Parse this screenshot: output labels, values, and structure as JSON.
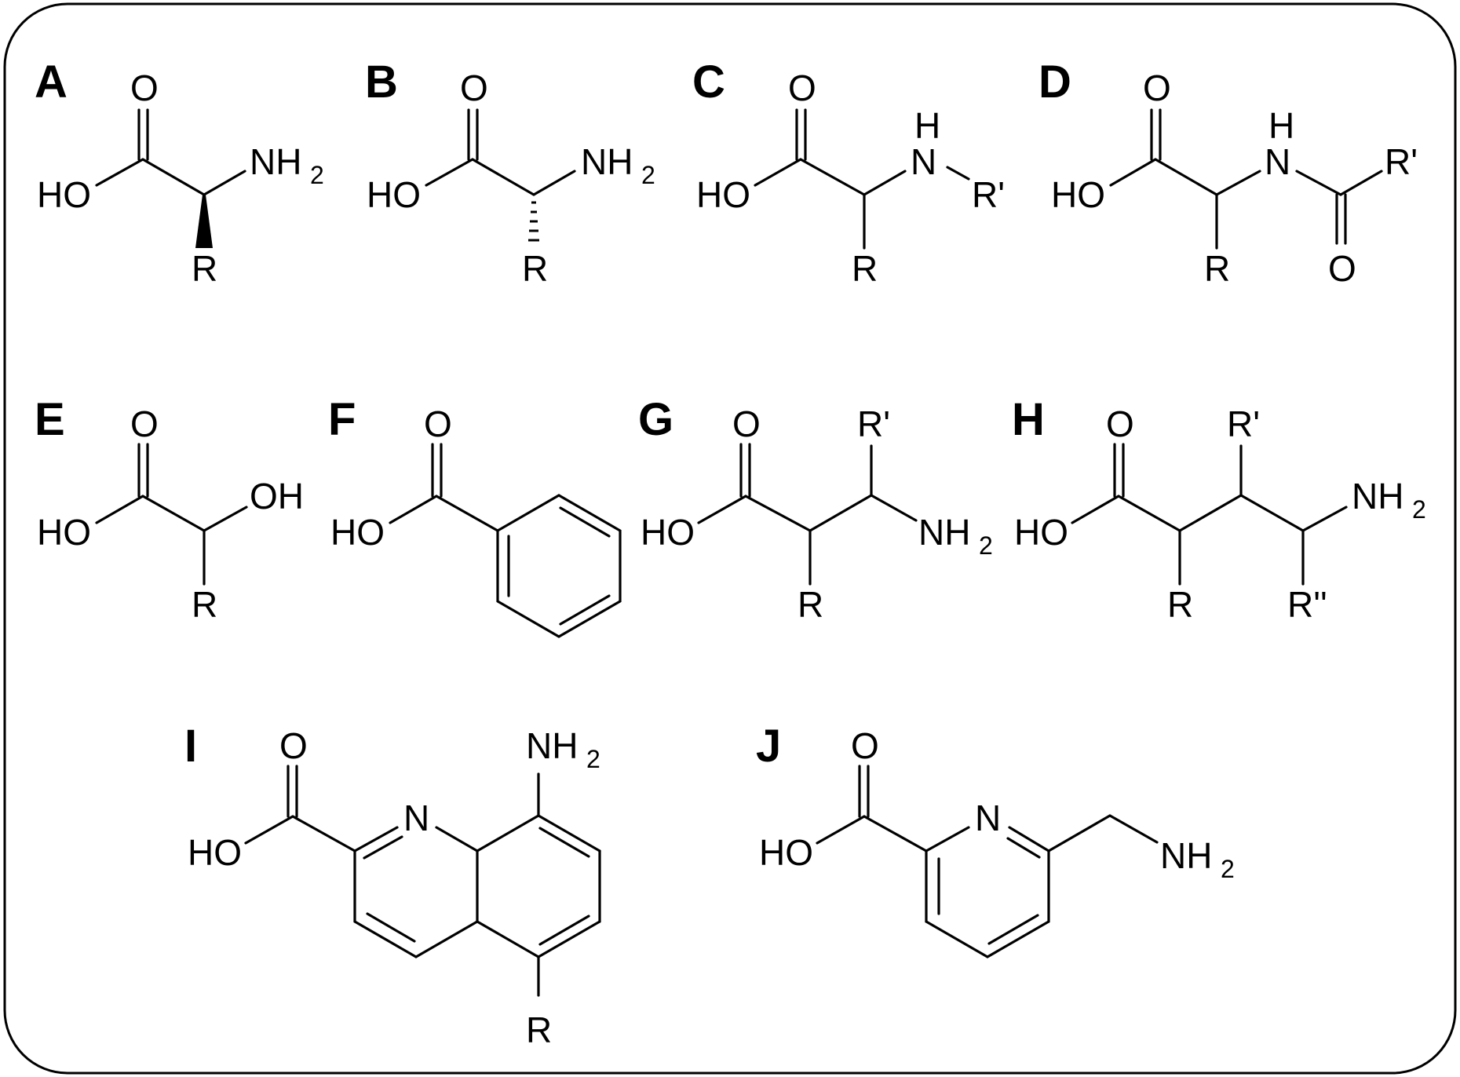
{
  "panels": [
    {
      "id": "A",
      "labels": {
        "o": "O",
        "ho": "HO",
        "nh": "NH",
        "sub": "2",
        "r": "R"
      }
    },
    {
      "id": "B",
      "labels": {
        "o": "O",
        "ho": "HO",
        "nh": "NH",
        "sub": "2",
        "r": "R"
      }
    },
    {
      "id": "C",
      "labels": {
        "o": "O",
        "ho": "HO",
        "h": "H",
        "n": "N",
        "rp": "R'",
        "r": "R"
      }
    },
    {
      "id": "D",
      "labels": {
        "o": "O",
        "ho": "HO",
        "h": "H",
        "n": "N",
        "rp": "R'",
        "o2": "O",
        "r": "R"
      }
    },
    {
      "id": "E",
      "labels": {
        "o": "O",
        "ho": "HO",
        "oh": "OH",
        "r": "R"
      }
    },
    {
      "id": "F",
      "labels": {
        "o": "O",
        "ho": "HO"
      }
    },
    {
      "id": "G",
      "labels": {
        "o": "O",
        "ho": "HO",
        "rp": "R'",
        "nh": "NH",
        "sub": "2",
        "r": "R"
      }
    },
    {
      "id": "H",
      "labels": {
        "o": "O",
        "ho": "HO",
        "rp": "R'",
        "nh": "NH",
        "sub": "2",
        "r": "R",
        "rpp": "R''"
      }
    },
    {
      "id": "I",
      "labels": {
        "o": "O",
        "ho": "HO",
        "n": "N",
        "nh": "NH",
        "sub": "2",
        "r": "R"
      }
    },
    {
      "id": "J",
      "labels": {
        "o": "O",
        "ho": "HO",
        "n": "N",
        "nh": "NH",
        "sub": "2"
      }
    }
  ]
}
